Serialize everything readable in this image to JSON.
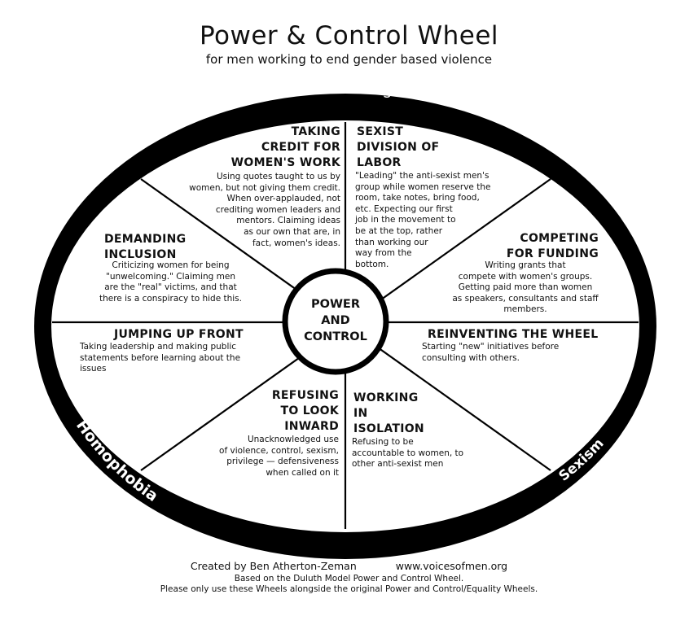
{
  "title": "Power & Control Wheel",
  "subtitle": "for men working to end gender based violence",
  "rim": {
    "top": "Male Privilege",
    "left": "Homophobia",
    "right": "Sexism"
  },
  "center": {
    "line1": "POWER",
    "line2": "AND",
    "line3": "CONTROL"
  },
  "segments": {
    "taking_credit": {
      "heading": [
        "TAKING",
        "CREDIT FOR",
        "WOMEN'S WORK"
      ],
      "body": [
        "Using quotes taught to us by",
        "women, but not giving them credit.",
        "When over-applauded, not",
        "crediting women leaders and",
        "mentors.  Claiming ideas",
        "as our own that are, in",
        "fact, women's ideas."
      ]
    },
    "sexist_division": {
      "heading": [
        "SEXIST",
        "DIVISION OF",
        "LABOR"
      ],
      "body": [
        "\"Leading\" the anti-sexist men's",
        "group while women reserve the",
        "room, take notes, bring food,",
        "etc.  Expecting our first",
        "job in the movement to",
        "be at the top, rather",
        "than working our",
        "way from the",
        "bottom."
      ]
    },
    "demanding_inclusion": {
      "heading": [
        "DEMANDING",
        "INCLUSION"
      ],
      "body": [
        "Criticizing women for being",
        "\"unwelcoming.\" Claiming men",
        "are the \"real\" victims, and that",
        "there is a conspiracy to hide this."
      ]
    },
    "competing_funding": {
      "heading": [
        "COMPETING",
        "FOR FUNDING"
      ],
      "body": [
        "Writing grants that",
        "compete with women's groups.",
        "Getting paid more than women",
        "as speakers, consultants and staff",
        "members."
      ]
    },
    "jumping_up_front": {
      "heading": [
        "JUMPING UP FRONT"
      ],
      "body": [
        "Taking leadership and making public",
        "statements before learning about the",
        "issues"
      ]
    },
    "reinventing_wheel": {
      "heading": [
        "REINVENTING THE WHEEL"
      ],
      "body": [
        "Starting \"new\" initiatives before",
        "consulting with others."
      ]
    },
    "refusing_inward": {
      "heading": [
        "REFUSING",
        "TO LOOK",
        "INWARD"
      ],
      "body": [
        "Unacknowledged use",
        "of violence, control, sexism,",
        "privilege — defensiveness",
        "when called on it"
      ]
    },
    "working_isolation": {
      "heading": [
        "WORKING",
        "IN",
        "ISOLATION"
      ],
      "body": [
        "Refusing to be",
        "accountable to women, to",
        "other anti-sexist men"
      ]
    }
  },
  "footer": {
    "credit": "Created by Ben Atherton-Zeman",
    "url": "www.voicesofmen.org",
    "based_on": "Based on the Duluth Model Power and Control Wheel.",
    "usage": "Please only use these Wheels alongside the original Power and Control/Equality Wheels."
  }
}
